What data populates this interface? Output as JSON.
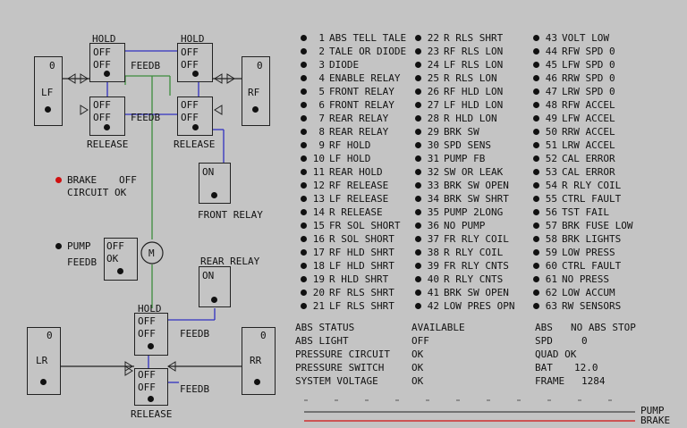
{
  "colors": {
    "background": "#c4c4c4",
    "red": "#d01010",
    "green": "#3c8c3c",
    "blue": "#3030c0"
  },
  "valves": {
    "hold": "HOLD",
    "release": "RELEASE",
    "feedb": "FEEDB",
    "off": "OFF",
    "ok": "OK",
    "on": "ON",
    "zero": "0"
  },
  "wheels": {
    "lf": "LF",
    "rf": "RF",
    "lr": "LR",
    "rr": "RR"
  },
  "front_relay": {
    "label": "FRONT RELAY",
    "state": "ON"
  },
  "rear_relay": {
    "label": "REAR RELAY",
    "state": "ON"
  },
  "brake_status": {
    "label": "BRAKE",
    "state": "OFF",
    "circuit": "CIRCUIT OK"
  },
  "pump": {
    "label": "PUMP",
    "feedb": "FEEDB",
    "state": "OFF",
    "ok": "OK",
    "motor": "M"
  },
  "codes": [
    {
      "n": "1",
      "label": "ABS TELL TALE"
    },
    {
      "n": "2",
      "label": "TALE OR DIODE"
    },
    {
      "n": "3",
      "label": "DIODE"
    },
    {
      "n": "4",
      "label": "ENABLE RELAY"
    },
    {
      "n": "5",
      "label": "FRONT RELAY"
    },
    {
      "n": "6",
      "label": "FRONT RELAY"
    },
    {
      "n": "7",
      "label": "REAR RELAY"
    },
    {
      "n": "8",
      "label": "REAR RELAY"
    },
    {
      "n": "9",
      "label": "RF HOLD"
    },
    {
      "n": "10",
      "label": "LF HOLD"
    },
    {
      "n": "11",
      "label": "REAR HOLD"
    },
    {
      "n": "12",
      "label": "RF RELEASE"
    },
    {
      "n": "13",
      "label": "LF RELEASE"
    },
    {
      "n": "14",
      "label": "R RELEASE"
    },
    {
      "n": "15",
      "label": "FR SOL SHORT"
    },
    {
      "n": "16",
      "label": "R SOL SHORT"
    },
    {
      "n": "17",
      "label": "RF HLD SHRT"
    },
    {
      "n": "18",
      "label": "LF HLD SHRT"
    },
    {
      "n": "19",
      "label": "R HLD SHRT"
    },
    {
      "n": "20",
      "label": "RF RLS SHRT"
    },
    {
      "n": "21",
      "label": "LF RLS SHRT"
    },
    {
      "n": "22",
      "label": "R RLS SHRT"
    },
    {
      "n": "23",
      "label": "RF RLS LON"
    },
    {
      "n": "24",
      "label": "LF RLS LON"
    },
    {
      "n": "25",
      "label": "R RLS LON"
    },
    {
      "n": "26",
      "label": "RF HLD LON"
    },
    {
      "n": "27",
      "label": "LF HLD LON"
    },
    {
      "n": "28",
      "label": "R HLD LON"
    },
    {
      "n": "29",
      "label": "BRK SW"
    },
    {
      "n": "30",
      "label": "SPD SENS"
    },
    {
      "n": "31",
      "label": "PUMP FB"
    },
    {
      "n": "32",
      "label": "SW OR LEAK"
    },
    {
      "n": "33",
      "label": "BRK SW OPEN"
    },
    {
      "n": "34",
      "label": "BRK SW SHRT"
    },
    {
      "n": "35",
      "label": "PUMP 2LONG"
    },
    {
      "n": "36",
      "label": "NO PUMP"
    },
    {
      "n": "37",
      "label": "FR RLY COIL"
    },
    {
      "n": "38",
      "label": "R RLY COIL"
    },
    {
      "n": "39",
      "label": "FR RLY CNTS"
    },
    {
      "n": "40",
      "label": "R RLY CNTS"
    },
    {
      "n": "41",
      "label": "BRK SW OPEN"
    },
    {
      "n": "42",
      "label": "LOW PRES OPN"
    },
    {
      "n": "43",
      "label": "VOLT LOW"
    },
    {
      "n": "44",
      "label": "RFW SPD 0"
    },
    {
      "n": "45",
      "label": "LFW SPD 0"
    },
    {
      "n": "46",
      "label": "RRW SPD 0"
    },
    {
      "n": "47",
      "label": "LRW SPD 0"
    },
    {
      "n": "48",
      "label": "RFW ACCEL"
    },
    {
      "n": "49",
      "label": "LFW ACCEL"
    },
    {
      "n": "50",
      "label": "RRW ACCEL"
    },
    {
      "n": "51",
      "label": "LRW ACCEL"
    },
    {
      "n": "52",
      "label": "CAL ERROR"
    },
    {
      "n": "53",
      "label": "CAL ERROR"
    },
    {
      "n": "54",
      "label": "R RLY COIL"
    },
    {
      "n": "55",
      "label": "CTRL FAULT"
    },
    {
      "n": "56",
      "label": "TST FAIL"
    },
    {
      "n": "57",
      "label": "BRK FUSE LOW"
    },
    {
      "n": "58",
      "label": "BRK LIGHTS"
    },
    {
      "n": "59",
      "label": "LOW PRESS"
    },
    {
      "n": "60",
      "label": "CTRL FAULT"
    },
    {
      "n": "61",
      "label": "NO PRESS"
    },
    {
      "n": "62",
      "label": "LOW ACCUM"
    },
    {
      "n": "63",
      "label": "RW SENSORS"
    }
  ],
  "status": [
    {
      "label": "ABS STATUS",
      "value": "AVAILABLE"
    },
    {
      "label": "ABS LIGHT",
      "value": "OFF"
    },
    {
      "label": "PRESSURE CIRCUIT",
      "value": "OK"
    },
    {
      "label": "PRESSURE SWITCH",
      "value": "OK"
    },
    {
      "label": "SYSTEM VOLTAGE",
      "value": "OK"
    }
  ],
  "right_status": {
    "abs": "ABS",
    "abs_value": "NO ABS STOP",
    "spd_label": "SPD",
    "spd_value": "0",
    "quad": "QUAD OK",
    "bat_label": "BAT",
    "bat_value": "12.0",
    "frame_label": "FRAME",
    "frame_value": "1284"
  },
  "traces": {
    "pump": "PUMP",
    "brake": "BRAKE"
  }
}
